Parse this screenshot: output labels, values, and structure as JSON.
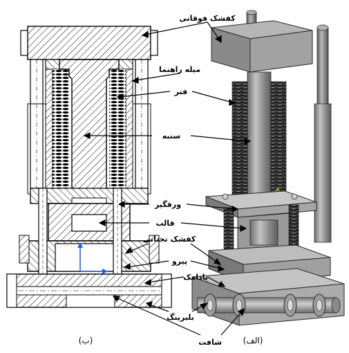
{
  "labels": {
    "top_plate": "کفشک فوقانی",
    "guide_rod": "میله راهنما",
    "spring": "فنر",
    "punch": "سنبه",
    "stripper": "ورقگیر",
    "die": "قالب",
    "bottom_plate": "کفشک تحتانی",
    "bolt": "پیرو",
    "nut": "پادامک",
    "bearing": "بلبرینگ",
    "shaft": "شافت"
  },
  "captions": {
    "left_view": "(ب)",
    "right_view": "(الف)"
  },
  "colors": {
    "line": "#000000",
    "hatch": "#000000",
    "metal_light": "#c8c8c8",
    "metal_mid": "#9a9a9a",
    "metal_dark": "#5a5a5a",
    "axis_blue": "#1a5cff",
    "accent_yellow": "#e8c81a"
  }
}
